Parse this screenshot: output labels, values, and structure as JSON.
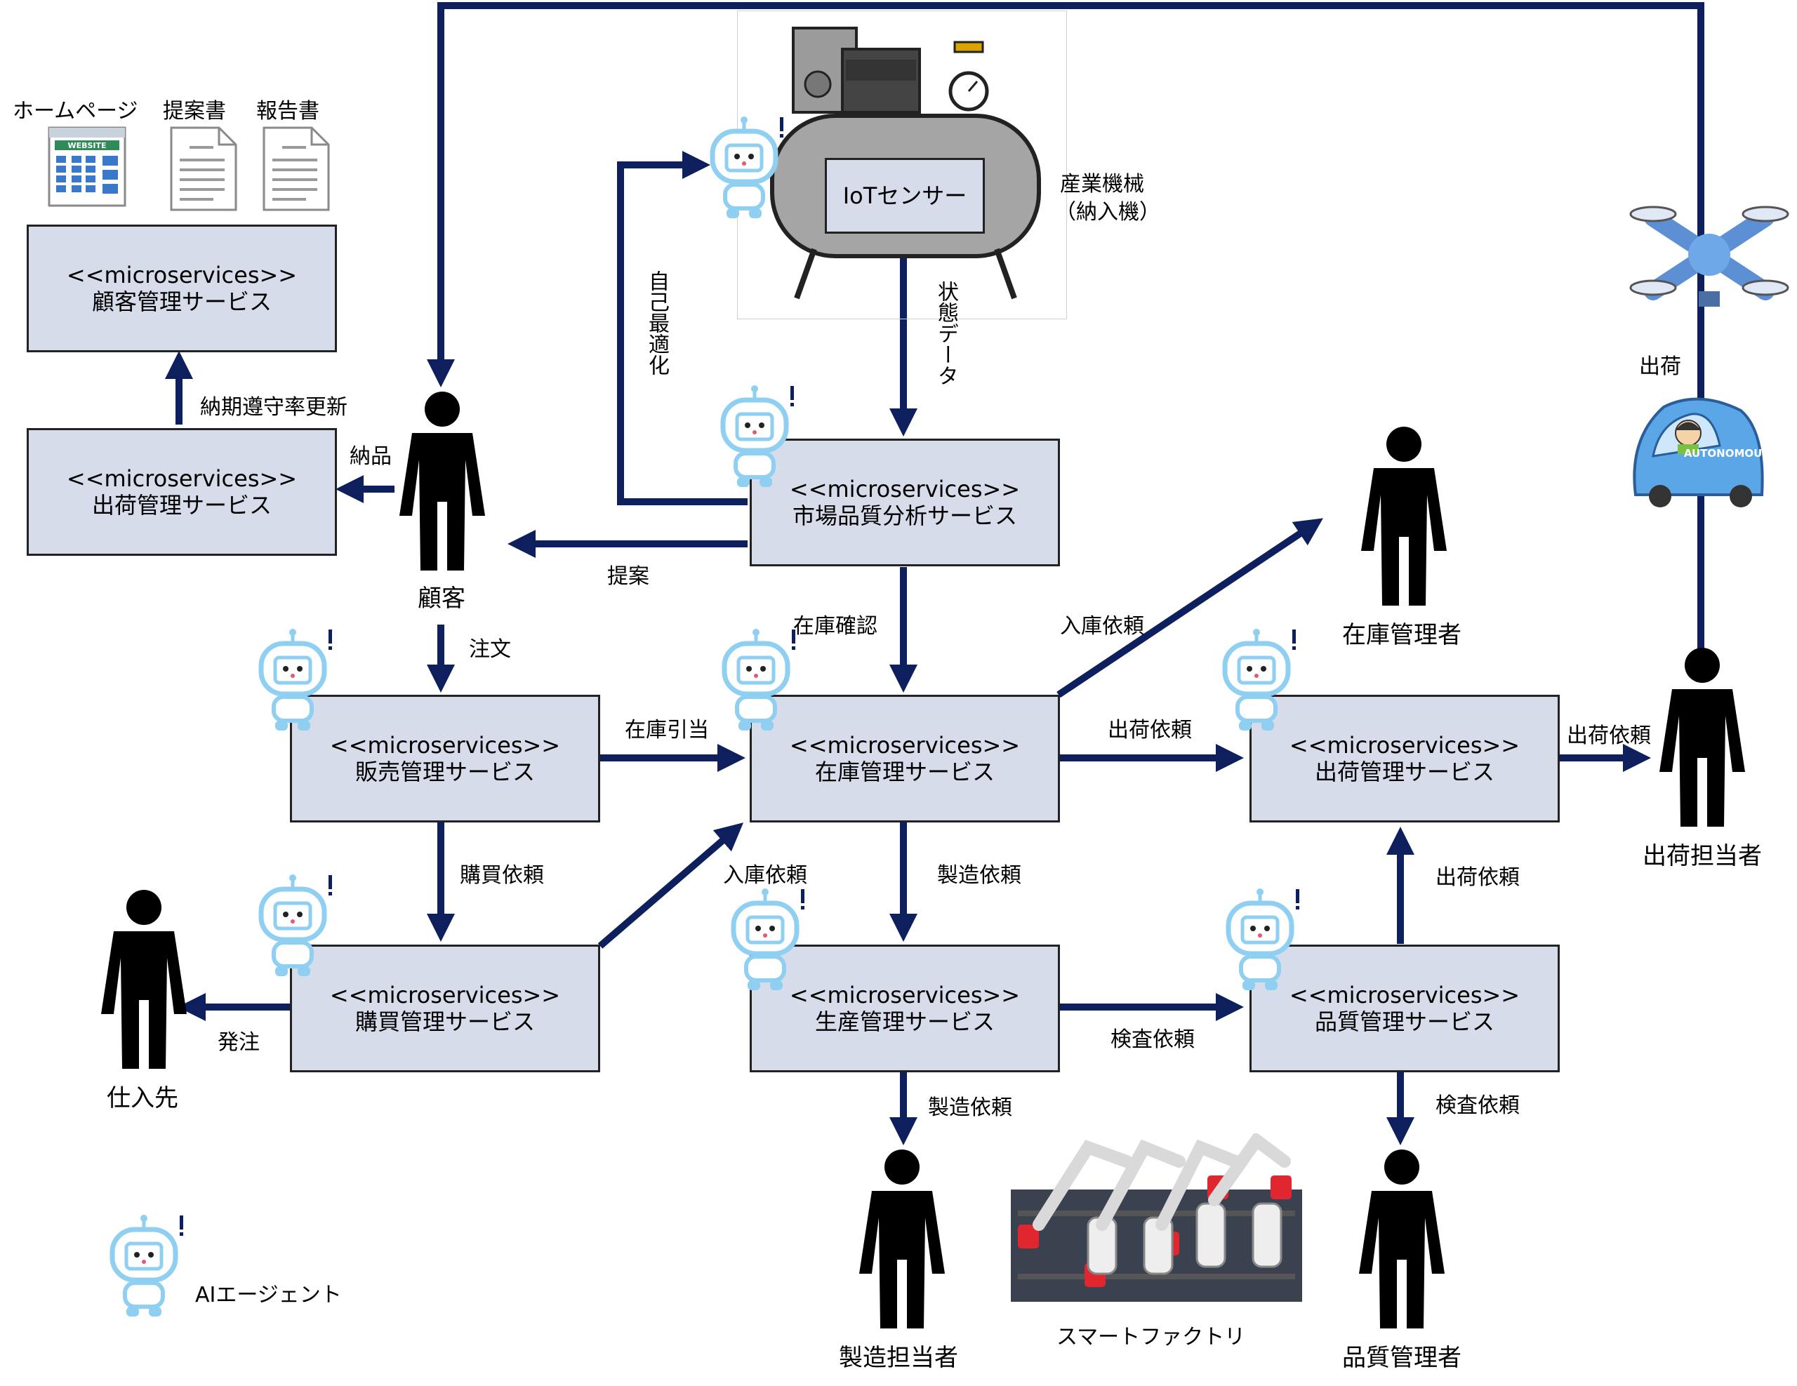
{
  "services": {
    "customer_mgmt": {
      "stereotype": "<<microservices>>",
      "name": "顧客管理サービス"
    },
    "shipping_left": {
      "stereotype": "<<microservices>>",
      "name": "出荷管理サービス"
    },
    "market_quality": {
      "stereotype": "<<microservices>>",
      "name": "市場品質分析サービス"
    },
    "sales": {
      "stereotype": "<<microservices>>",
      "name": "販売管理サービス"
    },
    "inventory": {
      "stereotype": "<<microservices>>",
      "name": "在庫管理サービス"
    },
    "shipping_right": {
      "stereotype": "<<microservices>>",
      "name": "出荷管理サービス"
    },
    "purchasing": {
      "stereotype": "<<microservices>>",
      "name": "購買管理サービス"
    },
    "production": {
      "stereotype": "<<microservices>>",
      "name": "生産管理サービス"
    },
    "quality": {
      "stereotype": "<<microservices>>",
      "name": "品質管理サービス"
    }
  },
  "documents": {
    "homepage": "ホームページ",
    "proposal": "提案書",
    "report": "報告書",
    "website_badge": "WEBSITE"
  },
  "machine": {
    "sensor": "IoTセンサー",
    "caption_line1": "産業機械",
    "caption_line2": "（納入機）"
  },
  "people": {
    "customer": "顧客",
    "supplier": "仕入先",
    "inventory_manager": "在庫管理者",
    "shipping_person": "出荷担当者",
    "manufacturing_person": "製造担当者",
    "quality_manager": "品質管理者"
  },
  "edges": {
    "delivery_rate": "納期遵守率更新",
    "delivery": "納品",
    "proposal": "提案",
    "self_optimize": "自己最適化",
    "status_data": "状態データ",
    "order": "注文",
    "stock_allocate": "在庫引当",
    "stock_check": "在庫確認",
    "receiving_request_top": "入庫依頼",
    "shipping_request_mid": "出荷依頼",
    "shipping_request_right": "出荷依頼",
    "purchase_request": "購買依頼",
    "receiving_request_low": "入庫依頼",
    "manufacture_request": "製造依頼",
    "purchase_order": "発注",
    "inspection_request": "検査依頼",
    "shipping_request_up": "出荷依頼",
    "manufacture_request_low": "製造依頼",
    "inspection_request_low": "検査依頼"
  },
  "vehicles": {
    "shipping_caption": "出荷",
    "car_text": "AUTONOMOUS"
  },
  "factory_caption": "スマートファクトリ",
  "legend": {
    "ai_agent": "AIエージェント"
  },
  "colors": {
    "arrow": "#0d1f5c",
    "box_fill": "#d6dcea",
    "agent": "#8fcff2",
    "drone": "#6ea8e8"
  }
}
